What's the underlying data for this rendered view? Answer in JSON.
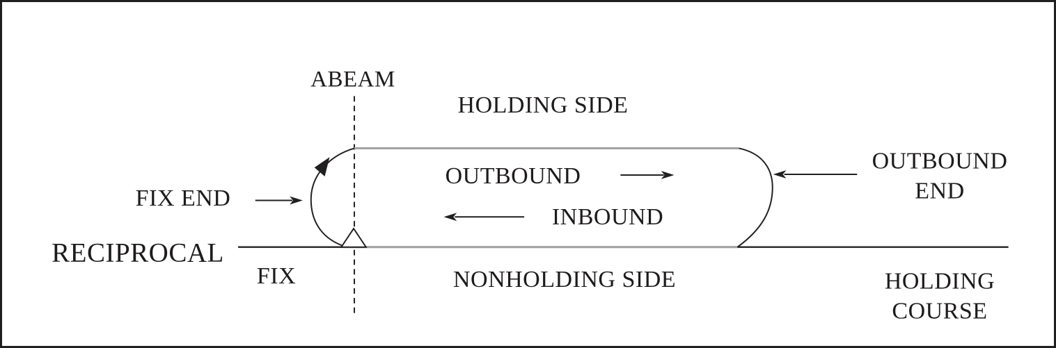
{
  "diagram": {
    "labels": {
      "abeam": "ABEAM",
      "holding_side": "HOLDING SIDE",
      "outbound": "OUTBOUND",
      "inbound": "INBOUND",
      "fix_end": "FIX END",
      "reciprocal": "RECIPROCAL",
      "fix": "FIX",
      "nonholding_side": "NONHOLDING SIDE",
      "outbound_end": {
        "line1": "OUTBOUND",
        "line2": "END"
      },
      "holding_course": {
        "line1": "HOLDING",
        "line2": "COURSE"
      }
    },
    "arrows": {
      "fix_end_arrow": "right",
      "outbound_arrow": "right",
      "inbound_arrow": "left",
      "outbound_end_arrow": "left",
      "fix_end_turn_arrowhead": "up-right"
    },
    "symbols": {
      "fix_triangle": "triangle-outline",
      "abeam_line": "dashed-vertical"
    },
    "colors": {
      "ink": "#221f20",
      "leg_gray": "#a3a3a3",
      "background": "#ffffff"
    }
  }
}
